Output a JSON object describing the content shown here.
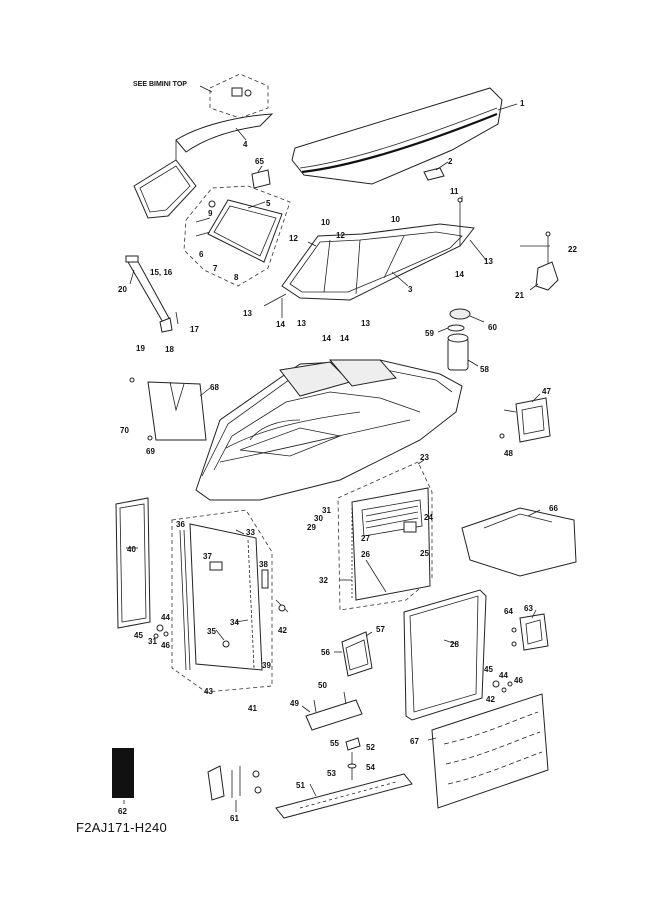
{
  "diagram": {
    "header_note": "SEE BIMINI TOP",
    "figure_code": "F2AJ171-H240",
    "callouts": [
      "1",
      "2",
      "3",
      "4",
      "5",
      "6",
      "7",
      "8",
      "9",
      "10",
      "10",
      "11",
      "12",
      "12",
      "13",
      "13",
      "13",
      "13",
      "14",
      "14",
      "14",
      "14",
      "15, 16",
      "17",
      "18",
      "19",
      "20",
      "21",
      "22",
      "23",
      "24",
      "25",
      "26",
      "27",
      "28",
      "29",
      "30",
      "31",
      "31",
      "32",
      "33",
      "34",
      "35",
      "36",
      "37",
      "38",
      "39",
      "40",
      "41",
      "42",
      "42",
      "43",
      "44",
      "44",
      "45",
      "45",
      "46",
      "46",
      "47",
      "48",
      "49",
      "50",
      "51",
      "52",
      "53",
      "54",
      "55",
      "56",
      "57",
      "58",
      "59",
      "60",
      "61",
      "62",
      "63",
      "64",
      "65",
      "66",
      "67",
      "68",
      "69",
      "70"
    ]
  }
}
